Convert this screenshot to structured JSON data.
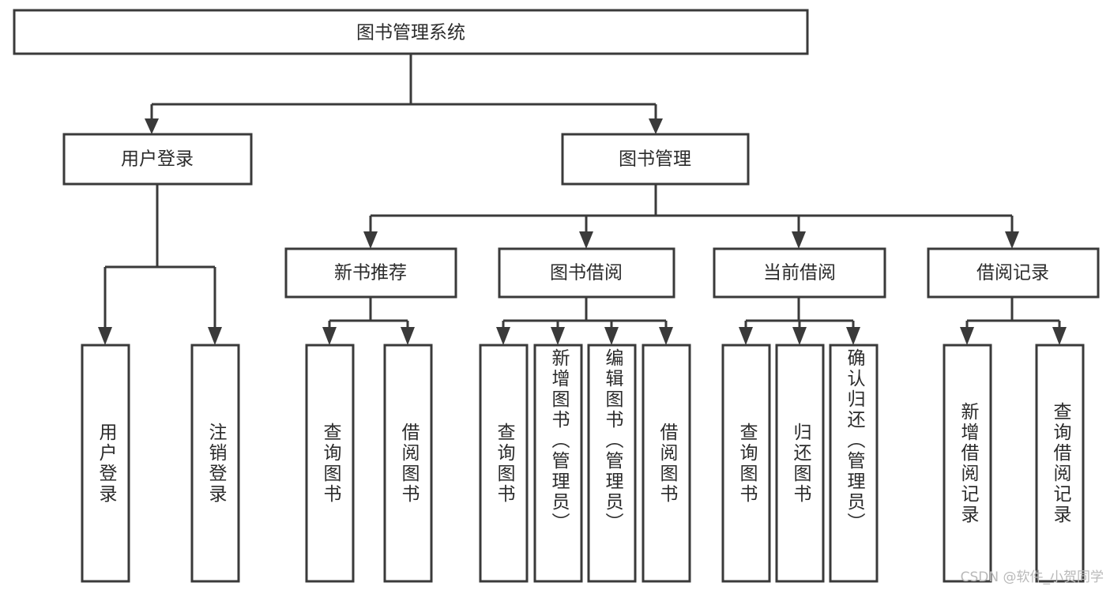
{
  "diagram": {
    "title": "图书管理系统",
    "type": "tree",
    "watermark": "CSDN @软件_小贺同学",
    "colors": {
      "stroke": "#3a3a3a",
      "fill": "#ffffff",
      "text": "#2b2b2b",
      "watermark": "#b9b9b9"
    },
    "nodes": {
      "root": {
        "label": "图书管理系统",
        "orientation": "horizontal"
      },
      "level2": [
        {
          "id": "user-login",
          "label": "用户登录",
          "orientation": "horizontal"
        },
        {
          "id": "book-manage",
          "label": "图书管理",
          "orientation": "horizontal"
        }
      ],
      "level3": [
        {
          "id": "new-book-recommend",
          "label": "新书推荐",
          "orientation": "horizontal"
        },
        {
          "id": "book-borrow",
          "label": "图书借阅",
          "orientation": "horizontal"
        },
        {
          "id": "current-borrow",
          "label": "当前借阅",
          "orientation": "horizontal"
        },
        {
          "id": "borrow-record",
          "label": "借阅记录",
          "orientation": "horizontal"
        }
      ],
      "leaves": {
        "user-login": [
          {
            "id": "leaf-user-login",
            "label": "用户登录",
            "orientation": "vertical"
          },
          {
            "id": "leaf-logout-login",
            "label": "注销登录",
            "orientation": "vertical"
          }
        ],
        "new-book-recommend": [
          {
            "id": "leaf-query-book-1",
            "label": "查询图书",
            "orientation": "vertical"
          },
          {
            "id": "leaf-borrow-book-1",
            "label": "借阅图书",
            "orientation": "vertical"
          }
        ],
        "book-borrow": [
          {
            "id": "leaf-query-book-2",
            "label": "查询图书",
            "orientation": "vertical"
          },
          {
            "id": "leaf-add-book",
            "label": "新增图书（管理员）",
            "orientation": "vertical"
          },
          {
            "id": "leaf-edit-book",
            "label": "编辑图书（管理员）",
            "orientation": "vertical"
          },
          {
            "id": "leaf-borrow-book-2",
            "label": "借阅图书",
            "orientation": "vertical"
          }
        ],
        "current-borrow": [
          {
            "id": "leaf-query-book-3",
            "label": "查询图书",
            "orientation": "vertical"
          },
          {
            "id": "leaf-return-book",
            "label": "归还图书",
            "orientation": "vertical"
          },
          {
            "id": "leaf-confirm-return",
            "label": "确认归还（管理员）",
            "orientation": "vertical"
          }
        ],
        "borrow-record": [
          {
            "id": "leaf-add-record",
            "label": "新增借阅记录",
            "orientation": "vertical"
          },
          {
            "id": "leaf-query-record",
            "label": "查询借阅记录",
            "orientation": "vertical"
          }
        ]
      }
    }
  }
}
